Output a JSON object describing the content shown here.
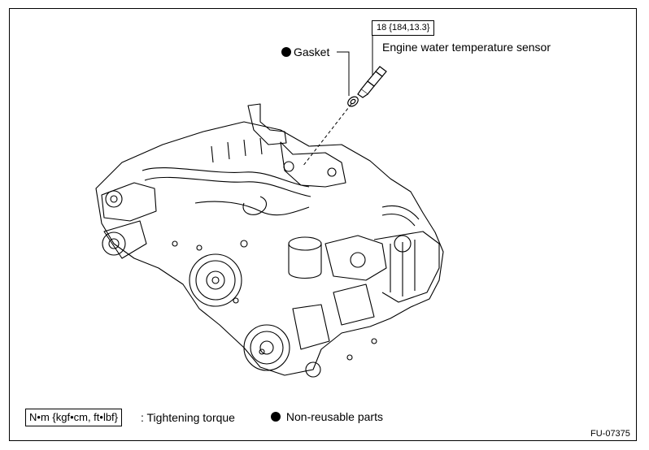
{
  "callouts": {
    "torque_spec": "18 {184,13.3}",
    "sensor_label": "Engine water temperature sensor",
    "gasket_label": "Gasket"
  },
  "legend": {
    "torque_unit": "N•m {kgf•cm, ft•lbf}",
    "torque_desc": ": Tightening torque",
    "nonreusable_desc": "Non-reusable parts"
  },
  "figure_id": "FU-07375",
  "icons": {
    "nonreusable_marker": "filled-circle-icon"
  }
}
